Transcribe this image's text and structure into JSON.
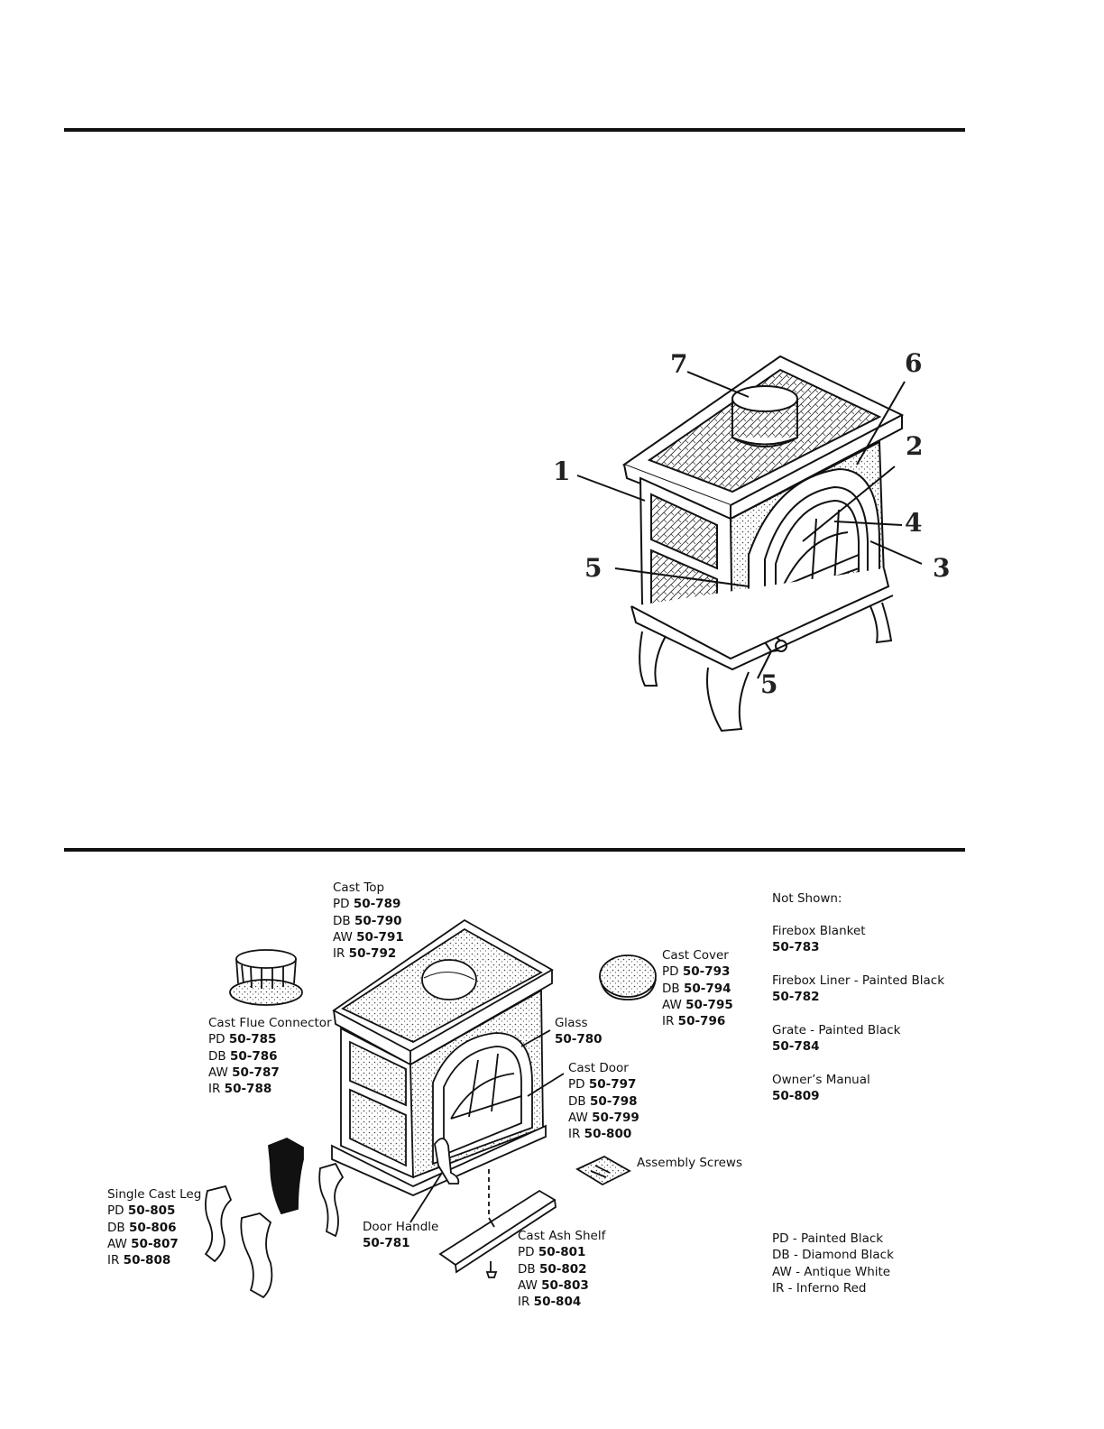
{
  "callouts": [
    "7",
    "6",
    "1",
    "2",
    "4",
    "5",
    "3",
    "5"
  ],
  "parts": {
    "cast_top": {
      "name": "Cast Top",
      "codes": [
        [
          "PD",
          "50-789"
        ],
        [
          "DB",
          "50-790"
        ],
        [
          "AW",
          "50-791"
        ],
        [
          "IR",
          "50-792"
        ]
      ]
    },
    "flue_connector": {
      "name": "Cast Flue Connector",
      "codes": [
        [
          "PD",
          "50-785"
        ],
        [
          "DB",
          "50-786"
        ],
        [
          "AW",
          "50-787"
        ],
        [
          "IR",
          "50-788"
        ]
      ]
    },
    "cast_cover": {
      "name": "Cast Cover",
      "codes": [
        [
          "PD",
          "50-793"
        ],
        [
          "DB",
          "50-794"
        ],
        [
          "AW",
          "50-795"
        ],
        [
          "IR",
          "50-796"
        ]
      ]
    },
    "glass": {
      "name": "Glass",
      "code": "50-780"
    },
    "cast_door": {
      "name": "Cast Door",
      "codes": [
        [
          "PD",
          "50-797"
        ],
        [
          "DB",
          "50-798"
        ],
        [
          "AW",
          "50-799"
        ],
        [
          "IR",
          "50-800"
        ]
      ]
    },
    "assembly_screws": {
      "name": "Assembly Screws"
    },
    "single_cast_leg": {
      "name": "Single Cast Leg",
      "codes": [
        [
          "PD",
          "50-805"
        ],
        [
          "DB",
          "50-806"
        ],
        [
          "AW",
          "50-807"
        ],
        [
          "IR",
          "50-808"
        ]
      ]
    },
    "door_handle": {
      "name": "Door Handle",
      "code": "50-781"
    },
    "ash_shelf": {
      "name": "Cast Ash Shelf",
      "codes": [
        [
          "PD",
          "50-801"
        ],
        [
          "DB",
          "50-802"
        ],
        [
          "AW",
          "50-803"
        ],
        [
          "IR",
          "50-804"
        ]
      ]
    }
  },
  "not_shown": {
    "title": "Not Shown:",
    "items": [
      {
        "name": "Firebox Blanket",
        "code": "50-783"
      },
      {
        "name": "Firebox Liner - Painted Black",
        "code": "50-782"
      },
      {
        "name": "Grate - Painted Black",
        "code": "50-784"
      },
      {
        "name": "Owner’s Manual",
        "code": "50-809"
      }
    ]
  },
  "legend": [
    "PD - Painted Black",
    "DB - Diamond Black",
    "AW - Antique White",
    "IR - Inferno Red"
  ]
}
